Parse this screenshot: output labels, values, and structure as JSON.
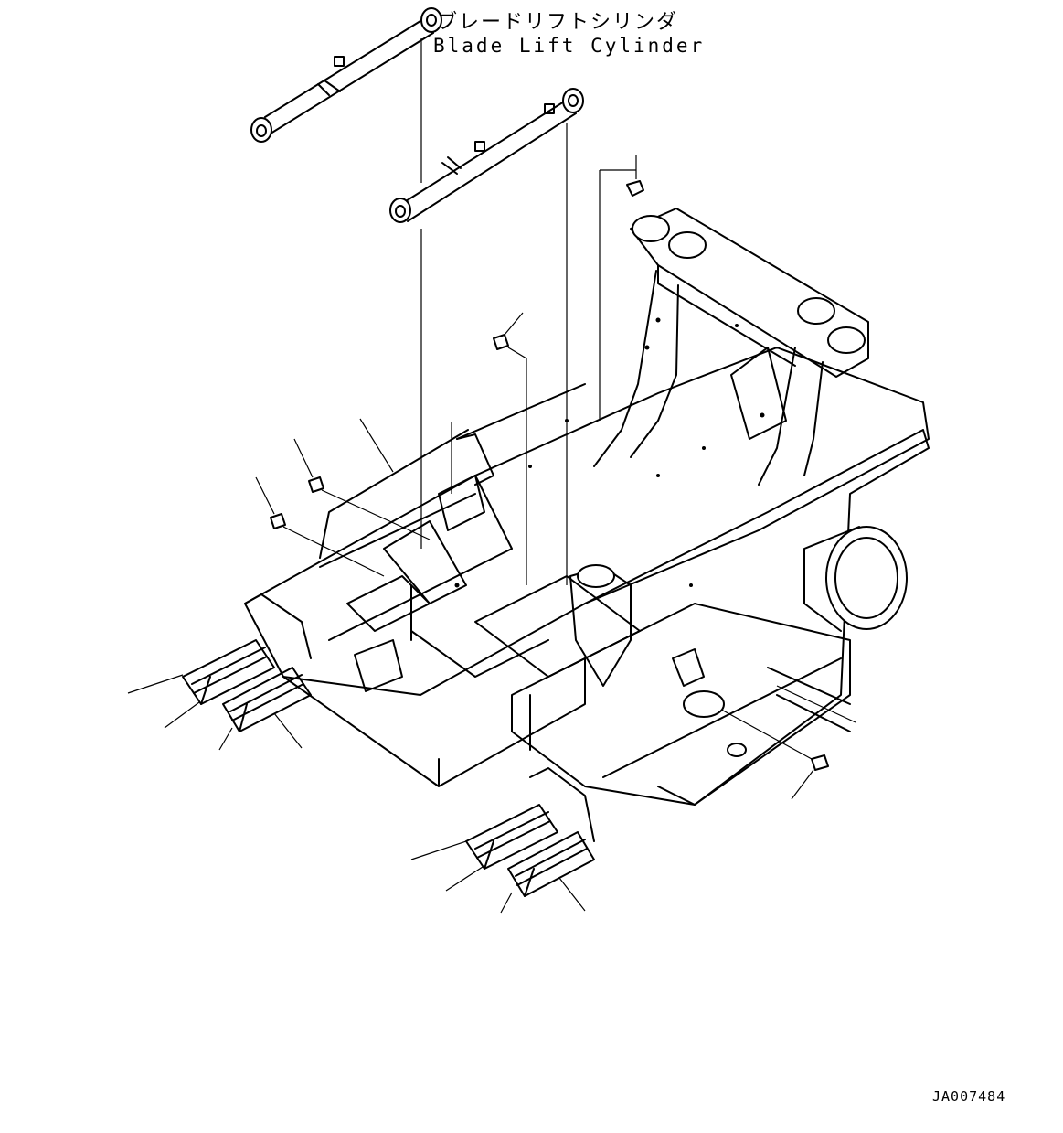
{
  "labels": {
    "cylinder_jp": "ブレードリフトシリンダ",
    "cylinder_en": "Blade Lift Cylinder"
  },
  "drawing_id": "JA007484"
}
